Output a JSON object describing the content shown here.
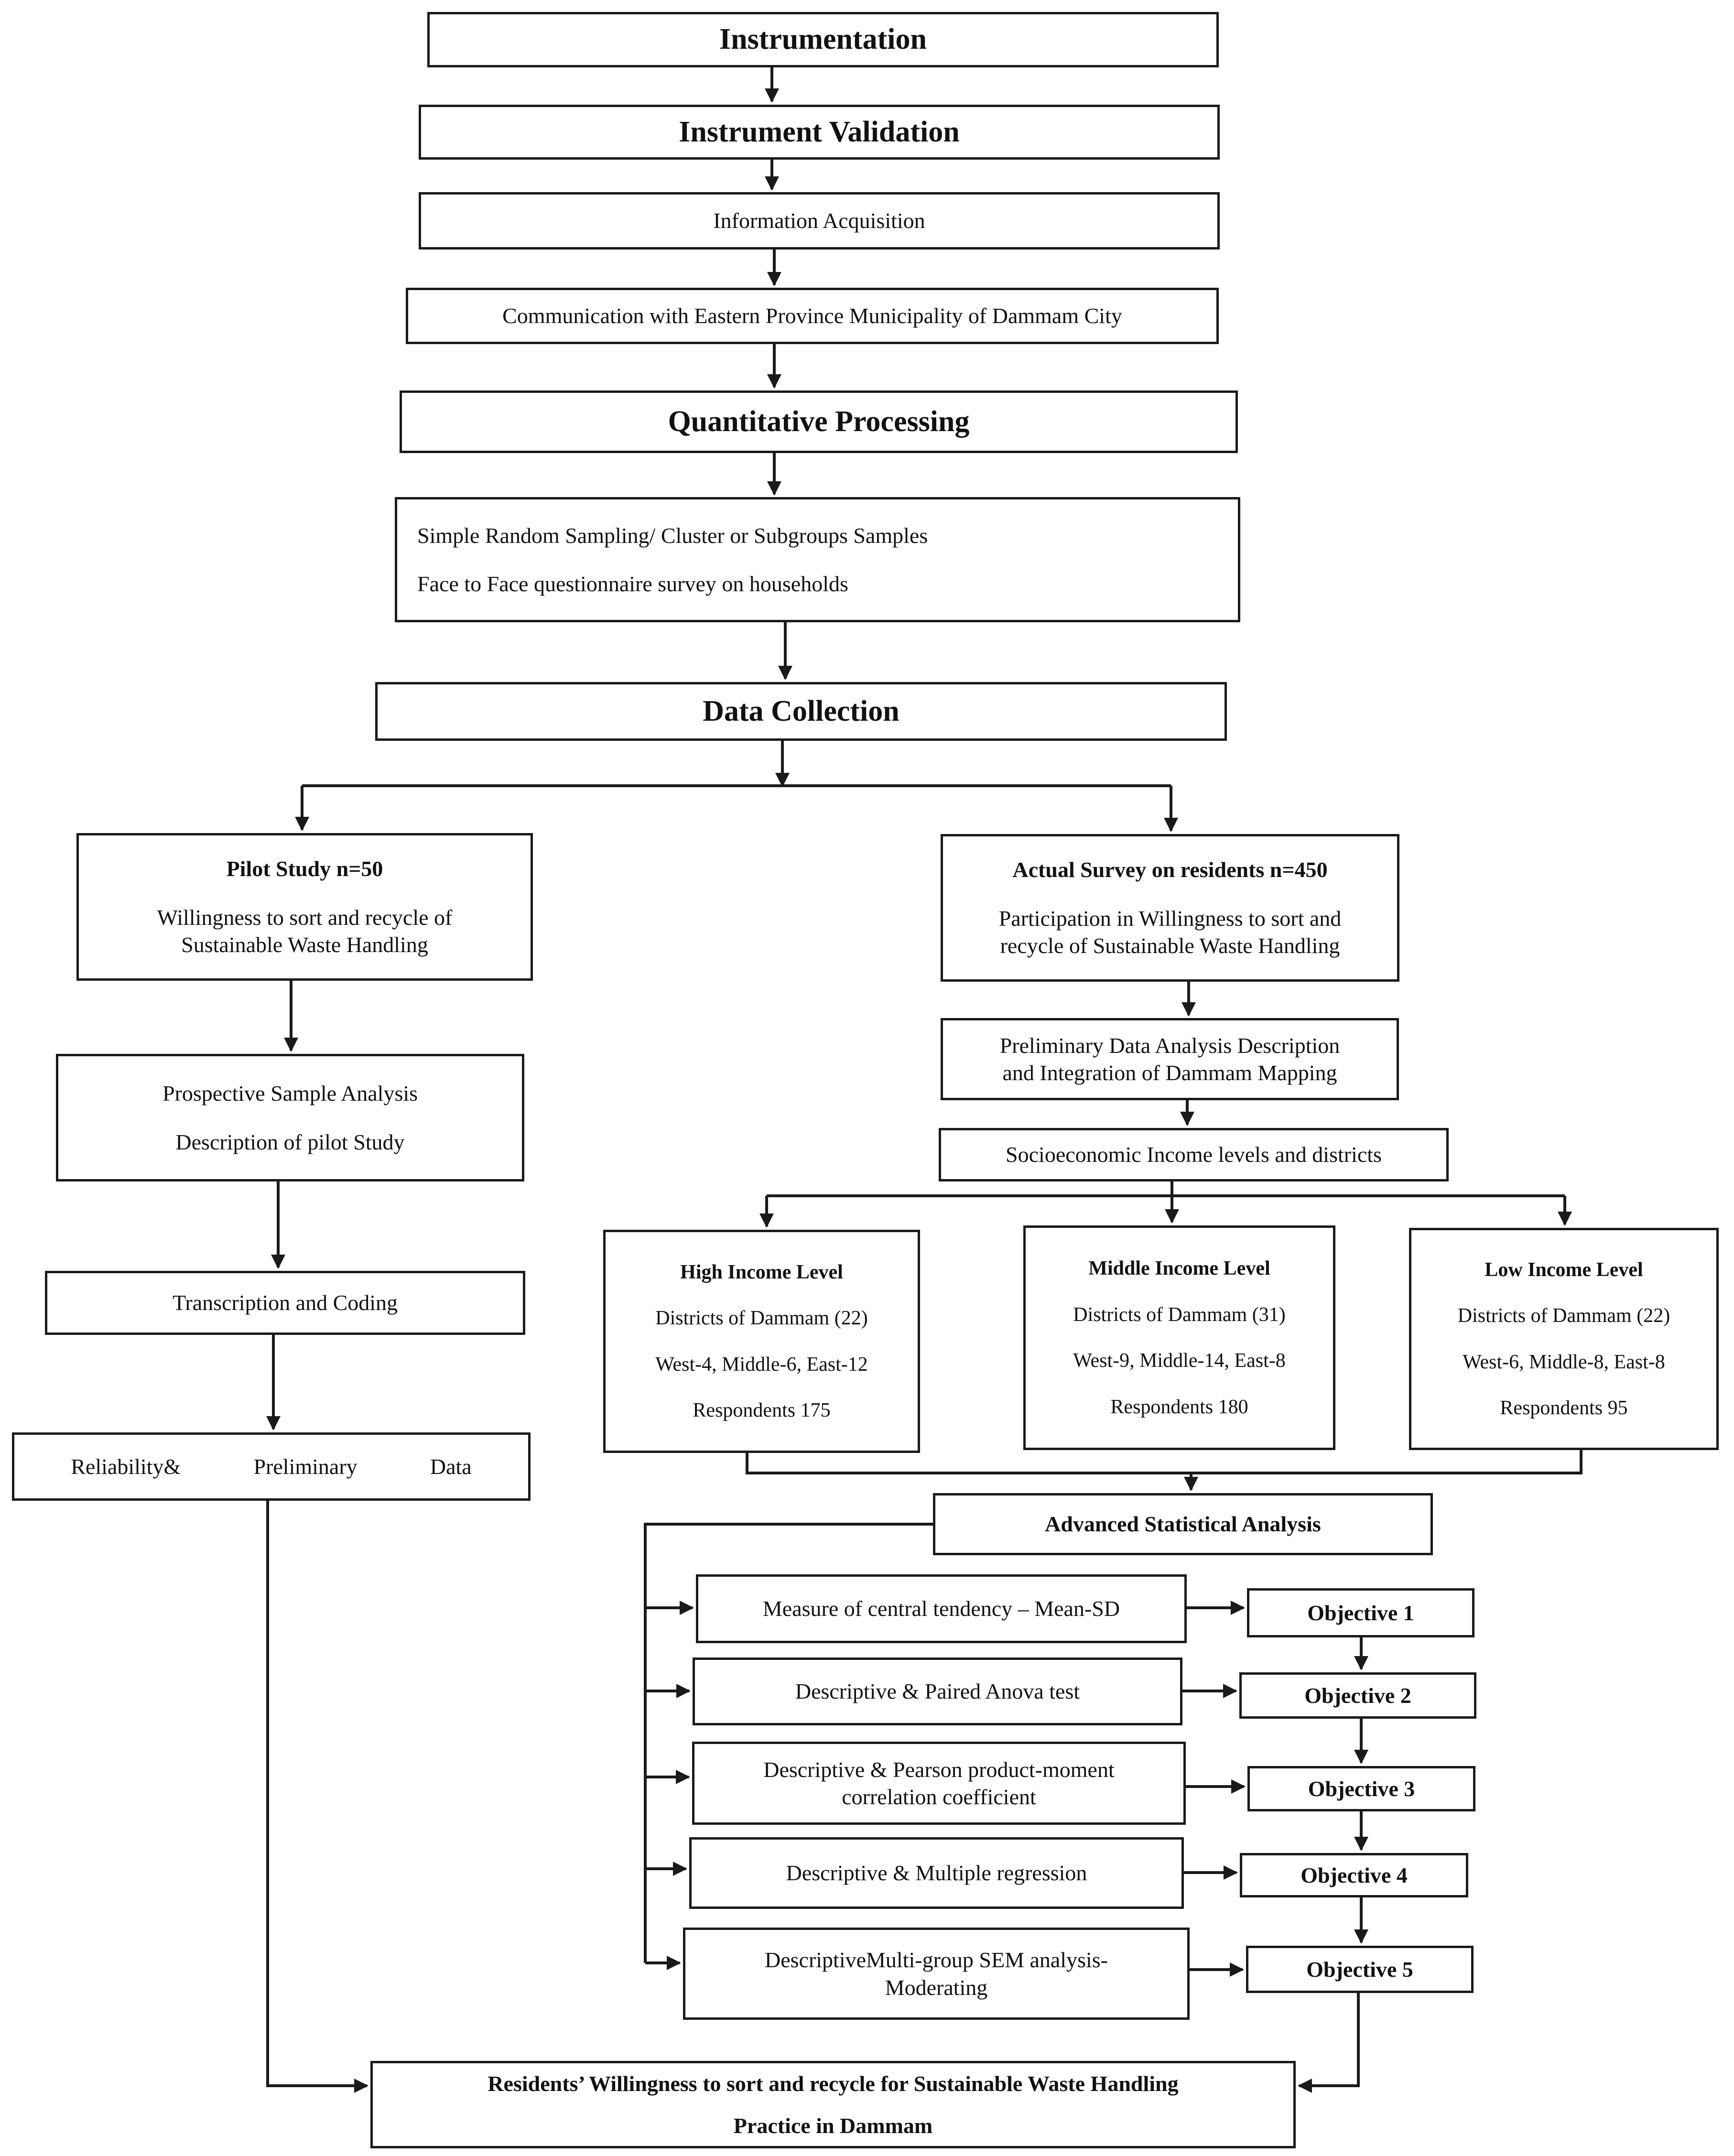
{
  "instrumentation": "Instrumentation",
  "instrument_validation": "Instrument Validation",
  "information_acquisition": "Information Acquisition",
  "communication": "Communication with Eastern Province Municipality of Dammam City",
  "quantitative_processing": "Quantitative Processing",
  "sampling": {
    "line1": "Simple Random Sampling/ Cluster or Subgroups Samples",
    "line2": "Face to Face questionnaire survey on households"
  },
  "data_collection": "Data Collection",
  "pilot": {
    "title": "Pilot Study n=50",
    "line1": "Willingness to sort and recycle of",
    "line2": "Sustainable Waste Handling"
  },
  "actual": {
    "title": "Actual Survey on residents n=450",
    "line1": "Participation in Willingness to sort and",
    "line2": "recycle of Sustainable Waste Handling"
  },
  "prospective": {
    "line1": "Prospective Sample Analysis",
    "line2": "Description of pilot Study"
  },
  "transcription": "Transcription and Coding",
  "reliability": {
    "w1": "Reliability&",
    "w2": "Preliminary",
    "w3": "Data"
  },
  "preliminary": {
    "line1": "Preliminary Data Analysis Description",
    "line2": "and Integration of Dammam Mapping"
  },
  "socioeconomic": "Socioeconomic Income levels and districts",
  "income_levels": [
    {
      "title": "High Income Level",
      "districts": "Districts of Dammam (22)",
      "split": "West-4, Middle-6, East-12",
      "respondents": "Respondents 175"
    },
    {
      "title": "Middle Income Level",
      "districts": "Districts of Dammam  (31)",
      "split": "West-9, Middle-14, East-8",
      "respondents": "Respondents 180"
    },
    {
      "title": "Low Income Level",
      "districts": "Districts of Dammam  (22)",
      "split": "West-6, Middle-8, East-8",
      "respondents": "Respondents 95"
    }
  ],
  "advanced": "Advanced Statistical Analysis",
  "methods": [
    {
      "line1": "Measure of central tendency – Mean-SD",
      "line2": ""
    },
    {
      "line1": "Descriptive & Paired Anova test",
      "line2": ""
    },
    {
      "line1": "Descriptive & Pearson product-moment",
      "line2": "correlation coefficient"
    },
    {
      "line1": "Descriptive & Multiple regression",
      "line2": ""
    },
    {
      "line1": "DescriptiveMulti-group SEM analysis-",
      "line2": "Moderating"
    }
  ],
  "objectives": [
    "Objective 1",
    "Objective 2",
    "Objective 3",
    "Objective 4",
    "Objective 5"
  ],
  "final": {
    "line1": "Residents’ Willingness to sort and recycle for Sustainable Waste Handling",
    "line2": "Practice in Dammam"
  }
}
